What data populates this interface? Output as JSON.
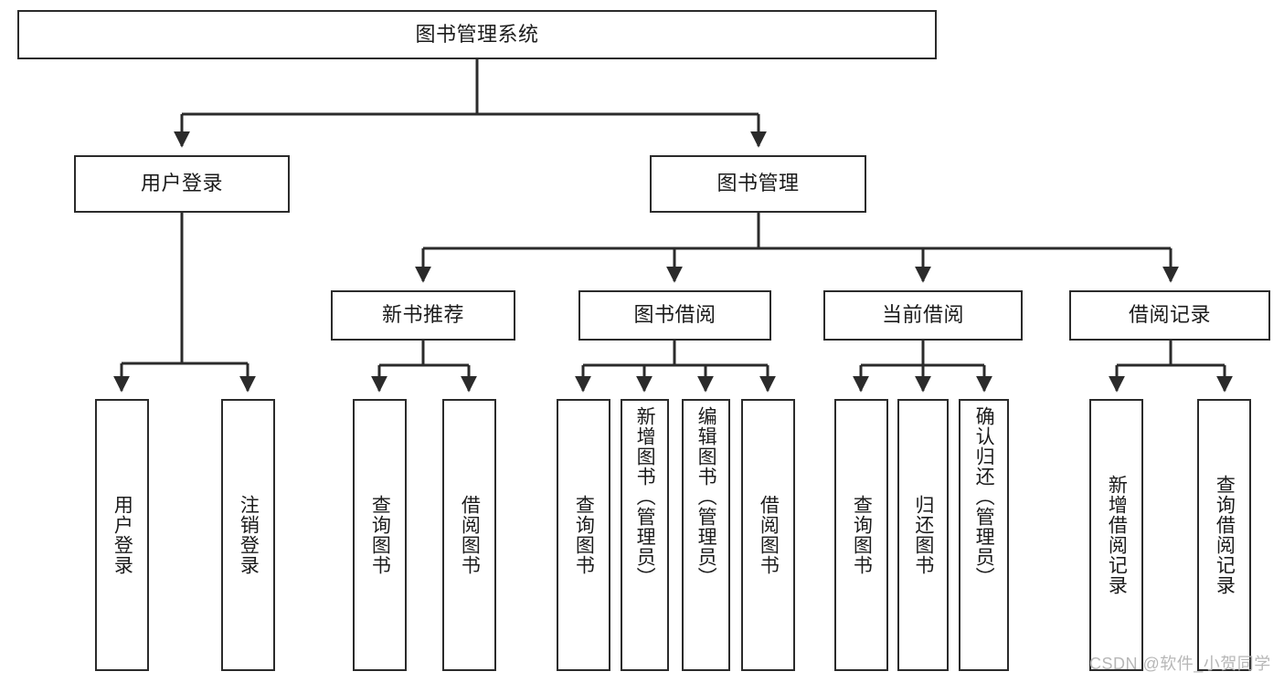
{
  "diagram": {
    "title": "图书管理系统",
    "type": "hierarchy-tree",
    "watermark": "CSDN @软件_小贺同学",
    "levels": {
      "level1": [
        {
          "id": "root",
          "label": "图书管理系统",
          "orientation": "horizontal"
        }
      ],
      "level2": [
        {
          "id": "user-login",
          "label": "用户登录",
          "orientation": "horizontal"
        },
        {
          "id": "book-management",
          "label": "图书管理",
          "orientation": "horizontal"
        }
      ],
      "level3": [
        {
          "id": "new-book-recommend",
          "label": "新书推荐",
          "orientation": "horizontal"
        },
        {
          "id": "book-borrow",
          "label": "图书借阅",
          "orientation": "horizontal"
        },
        {
          "id": "current-borrow",
          "label": "当前借阅",
          "orientation": "horizontal"
        },
        {
          "id": "borrow-record",
          "label": "借阅记录",
          "orientation": "horizontal"
        }
      ],
      "level4": [
        {
          "id": "leaf-user-login",
          "label": "用户登录",
          "parent": "user-login",
          "orientation": "vertical"
        },
        {
          "id": "leaf-user-logout",
          "label": "注销登录",
          "parent": "user-login",
          "orientation": "vertical"
        },
        {
          "id": "leaf-query-book-1",
          "label": "查询图书",
          "parent": "new-book-recommend",
          "orientation": "vertical"
        },
        {
          "id": "leaf-borrow-book-1",
          "label": "借阅图书",
          "parent": "new-book-recommend",
          "orientation": "vertical"
        },
        {
          "id": "leaf-query-book-2",
          "label": "查询图书",
          "parent": "book-borrow",
          "orientation": "vertical"
        },
        {
          "id": "leaf-add-book",
          "label": "新增图书（管理员）",
          "parent": "book-borrow",
          "orientation": "vertical"
        },
        {
          "id": "leaf-edit-book",
          "label": "编辑图书（管理员）",
          "parent": "book-borrow",
          "orientation": "vertical"
        },
        {
          "id": "leaf-borrow-book-2",
          "label": "借阅图书",
          "parent": "book-borrow",
          "orientation": "vertical"
        },
        {
          "id": "leaf-query-book-3",
          "label": "查询图书",
          "parent": "current-borrow",
          "orientation": "vertical"
        },
        {
          "id": "leaf-return-book",
          "label": "归还图书",
          "parent": "current-borrow",
          "orientation": "vertical"
        },
        {
          "id": "leaf-confirm-return",
          "label": "确认归还（管理员）",
          "parent": "current-borrow",
          "orientation": "vertical"
        },
        {
          "id": "leaf-add-record",
          "label": "新增借阅记录",
          "parent": "borrow-record",
          "orientation": "vertical"
        },
        {
          "id": "leaf-query-record",
          "label": "查询借阅记录",
          "parent": "borrow-record",
          "orientation": "vertical"
        }
      ]
    },
    "colors": {
      "stroke": "#2b2b2b",
      "fill": "#ffffff",
      "text": "#1b1b1b",
      "watermark": "#b7b7b7"
    }
  }
}
